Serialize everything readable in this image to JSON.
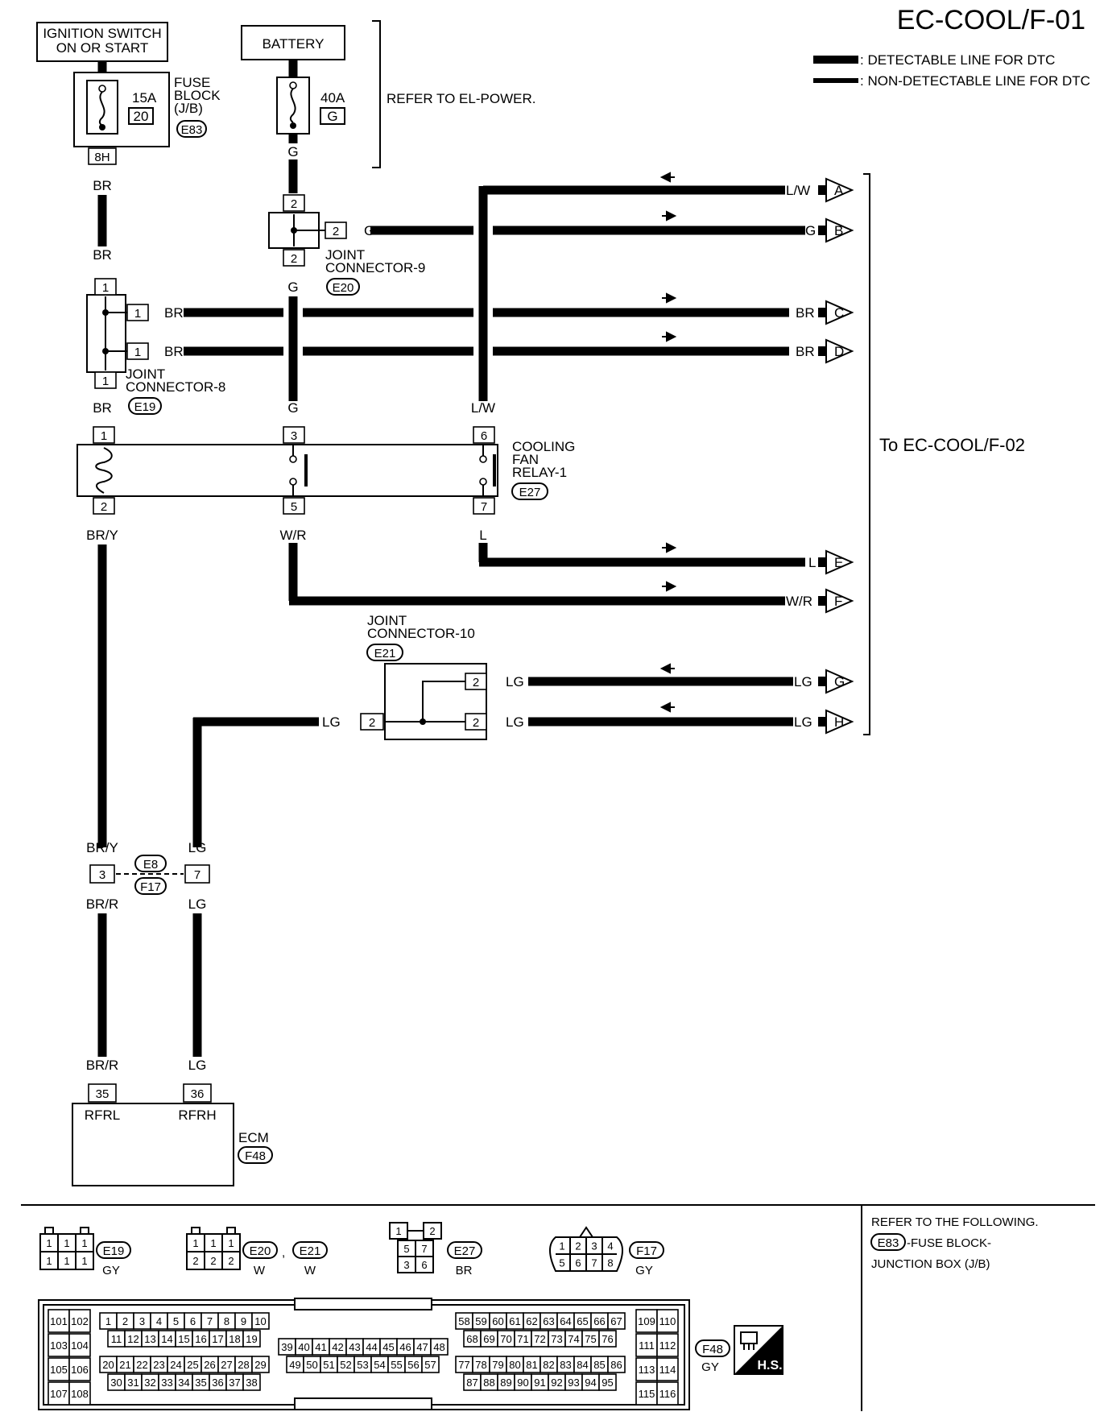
{
  "title": "EC-COOL/F-01",
  "legend": {
    "detectable": ": DETECTABLE LINE FOR DTC",
    "non_detectable": ": NON-DETECTABLE LINE FOR DTC"
  },
  "sources": {
    "ignition_line1": "IGNITION SWITCH",
    "ignition_line2": "ON OR START",
    "battery": "BATTERY",
    "refer_el_power": "REFER TO EL-POWER."
  },
  "fuse_block": {
    "l1": "FUSE",
    "l2": "BLOCK",
    "l3": "(J/B)",
    "conn": "E83",
    "amp": "15A",
    "num": "20",
    "pin": "8H"
  },
  "battery_fuse": {
    "amp": "40A",
    "num": "G"
  },
  "joint9": {
    "l1": "JOINT",
    "l2": "CONNECTOR-9",
    "conn": "E20",
    "pin": "2"
  },
  "joint8": {
    "l1": "JOINT",
    "l2": "CONNECTOR-8",
    "conn": "E19",
    "pin": "1"
  },
  "joint10": {
    "l1": "JOINT",
    "l2": "CONNECTOR-10",
    "conn": "E21",
    "pin": "2"
  },
  "relay": {
    "l1": "COOLING",
    "l2": "FAN",
    "l3": "RELAY-1",
    "conn": "E27",
    "pins": [
      "1",
      "2",
      "3",
      "5",
      "6",
      "7"
    ]
  },
  "inline_conn": {
    "top": "E8",
    "bottom": "F17",
    "pin_a": "3",
    "pin_b": "7"
  },
  "ecm": {
    "label": "ECM",
    "conn": "F48",
    "pin_a": "35",
    "pin_b": "36",
    "term_a": "RFRL",
    "term_b": "RFRH"
  },
  "wires": {
    "br": "BR",
    "g": "G",
    "lw": "L/W",
    "bry": "BR/Y",
    "brr": "BR/R",
    "wr": "W/R",
    "l": "L",
    "lg": "LG"
  },
  "ports": [
    "A",
    "B",
    "C",
    "D",
    "E",
    "F",
    "G",
    "H"
  ],
  "to_next": "To EC-COOL/F-02",
  "connector_views": {
    "e19": {
      "id": "E19",
      "color": "GY"
    },
    "e20": {
      "id": "E20",
      "color": "W"
    },
    "e21": {
      "id": "E21",
      "color": "W"
    },
    "e27": {
      "id": "E27",
      "color": "BR"
    },
    "f17": {
      "id": "F17",
      "color": "GY"
    },
    "f48": {
      "id": "F48",
      "color": "GY"
    },
    "hs": "H.S."
  },
  "refer_following": {
    "l1": "REFER TO THE FOLLOWING.",
    "conn": "E83",
    "l2": "-FUSE BLOCK-",
    "l3": "JUNCTION BOX (J/B)"
  },
  "ecm_pins": {
    "g101": [
      "101",
      "102",
      "103",
      "104",
      "105",
      "106",
      "107",
      "108"
    ],
    "row1": [
      "1",
      "2",
      "3",
      "4",
      "5",
      "6",
      "7",
      "8",
      "9",
      "10"
    ],
    "row2": [
      "11",
      "12",
      "13",
      "14",
      "15",
      "16",
      "17",
      "18",
      "19"
    ],
    "row3": [
      "20",
      "21",
      "22",
      "23",
      "24",
      "25",
      "26",
      "27",
      "28",
      "29"
    ],
    "row4": [
      "30",
      "31",
      "32",
      "33",
      "34",
      "35",
      "36",
      "37",
      "38"
    ],
    "mid1": [
      "39",
      "40",
      "41",
      "42",
      "43",
      "44",
      "45",
      "46",
      "47",
      "48"
    ],
    "mid2": [
      "49",
      "50",
      "51",
      "52",
      "53",
      "54",
      "55",
      "56",
      "57"
    ],
    "r58": [
      "58",
      "59",
      "60",
      "61",
      "62",
      "63",
      "64",
      "65",
      "66",
      "67"
    ],
    "r68": [
      "68",
      "69",
      "70",
      "71",
      "72",
      "73",
      "74",
      "75",
      "76"
    ],
    "r77": [
      "77",
      "78",
      "79",
      "80",
      "81",
      "82",
      "83",
      "84",
      "85",
      "86"
    ],
    "r87": [
      "87",
      "88",
      "89",
      "90",
      "91",
      "92",
      "93",
      "94",
      "95"
    ],
    "g109": [
      "109",
      "110",
      "111",
      "112",
      "113",
      "114",
      "115",
      "116"
    ]
  }
}
